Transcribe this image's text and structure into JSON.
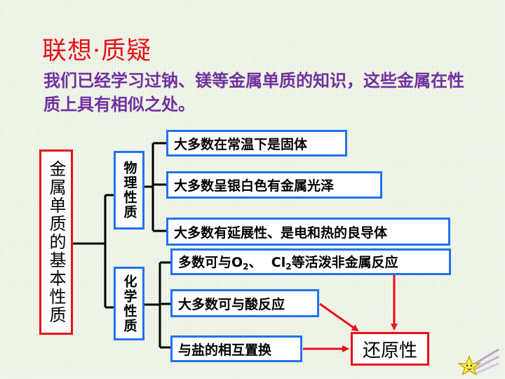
{
  "title": "联想·质疑",
  "intro": "我们已经学习过钠、镁等金属单质的知识，这些金属在性质上具有相似之处。",
  "root": {
    "label": "金属单质的基本性质"
  },
  "physical": {
    "label": "物理性质",
    "items": [
      "大多数在常温下是固体",
      "大多数呈银白色有金属光泽",
      "大多数有延展性、是电和热的良导体"
    ]
  },
  "chemical": {
    "label": "化学性质",
    "item1": {
      "pre": "多数可与O",
      "sub1": "2",
      "mid": "、  Cl",
      "sub2": "2",
      "post": "等活泼非金属反应"
    },
    "item2": "大多数可与酸反应",
    "item3": "与盐的相互置换"
  },
  "conclusion": "还原性",
  "colors": {
    "title": "#e8101a",
    "intro": "#7030a0",
    "box_border": "#1f73f0",
    "highlight": "#e8101a"
  },
  "icons": {
    "decoration": "shooting-star-icon"
  }
}
